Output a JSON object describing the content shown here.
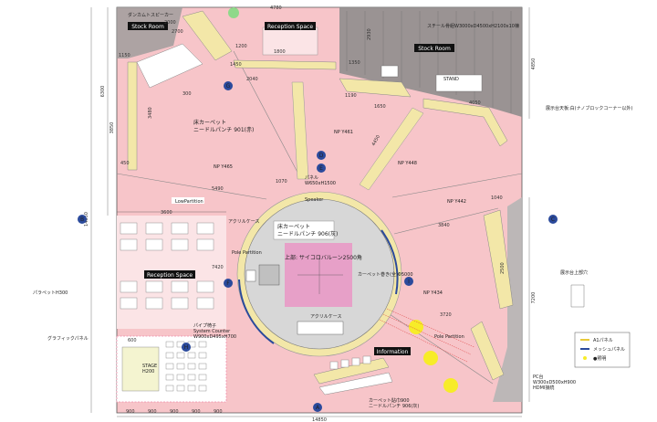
{
  "rooms": {
    "stock_left": "Stock Room",
    "reception_top": "Reception Space",
    "stock_right": "Stock Room",
    "reception_left": "Reception Space",
    "information": "Information"
  },
  "notes": {
    "speaker_top": "ダンカムトスピーカー",
    "carpet_main_1": "床カーペット",
    "carpet_main_2": "ニードルパンチ 901(赤)",
    "carpet_center_1": "床カーペット",
    "carpet_center_2": "ニードルパンチ 906(灰)",
    "balloon": "上部: サイコロバルーン2500角",
    "steel_frame": "スチール骨組W3000xD4500xH2100x10棟",
    "ceiling_note": "展示台天板:白(ナノブロックコーナー以外)",
    "low_partition": "LowPartition",
    "pole_partition_left": "Pole Partition",
    "pole_partition_right": "Pole Partition",
    "acrylic_case_1": "アクリルケース",
    "acrylic_case_2": "アクリルケース",
    "parapet": "パラペットH300",
    "graphic_panel": "グラフィックパネル",
    "pipe_chair": "パイプ椅子",
    "system_counter_1": "System Counter",
    "system_counter_2": "W900xD495xH700",
    "stage": "STAGE",
    "stage_h": "H200",
    "carpet_lift_1": "カーペット貼巾900",
    "carpet_lift_2": "ニードルパンチ 906(灰)",
    "pc_1": "PC台",
    "pc_2": "W300xD500xH900",
    "pc_3": "HDMI接続",
    "panel_label": "パネル",
    "panel_size": "W650xH1500",
    "exhibit_table": "展示台上部穴",
    "speaker": "Speaker",
    "carpet_r": "カーペット巻き(全)Φ5000",
    "nippon_y461": "NP Y461",
    "nippon_y448": "NP Y448",
    "nippon_y465": "NP Y465",
    "nippon_y442": "NP Y442",
    "nippon_y434": "NP Y434",
    "stand": "STAND"
  },
  "dims": {
    "total_width": "14850",
    "total_height": "14850",
    "left_6300": "6300",
    "left_3850": "3850",
    "right_4850": "4850",
    "right_7200": "7200",
    "top_4780": "4780",
    "d_3600": "3600",
    "d_7420": "7420",
    "d_1800": "1800",
    "d_1200": "1200",
    "d_900": "900",
    "d_2000": "2000",
    "d_2700": "2700",
    "d_1150": "1150",
    "d_1450": "1450",
    "d_2040": "2040",
    "d_1350": "1350",
    "d_1190": "1190",
    "d_4050": "4050",
    "d_2930": "2930",
    "d_3480": "3480",
    "d_450": "450",
    "d_300": "300",
    "d_5490": "5490",
    "d_1070": "1070",
    "d_1040": "1040",
    "d_3840": "3840",
    "d_3720": "3720",
    "d_600": "600",
    "d_2500": "2500",
    "d_1650": "1650",
    "d_4450": "4450"
  },
  "markers": {
    "a": "A",
    "b": "B",
    "c": "C",
    "d": "D",
    "e": "E",
    "f": "F",
    "g": "G",
    "h": "H",
    "i": "I"
  },
  "legend": {
    "a1_panel": "A1パネル",
    "mesh_panel": "メッシュパネル",
    "spot": "●照明"
  },
  "colors": {
    "carpet_red": "#f7c5c9",
    "carpet_gray": "#d7d7d7",
    "stock_gray": "#8a8a8a",
    "balloon": "#e7a0c8",
    "counter_yellow": "#f3e7a8",
    "accent_blue": "#2b4a9c",
    "light_yellow": "#f7ec28"
  }
}
